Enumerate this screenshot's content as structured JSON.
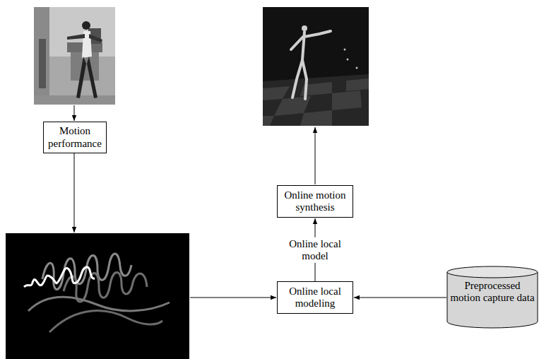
{
  "diagram": {
    "nodes": [
      {
        "text": [
          "Motion performance"
        ]
      },
      {
        "text": [
          "Online motion synthesis"
        ]
      },
      {
        "text": [
          "Online local modeling"
        ]
      },
      {
        "text": [
          "Preprocessed motion capture data"
        ]
      }
    ],
    "edges": [
      {
        "from": 2,
        "to": 1,
        "arrow": "to",
        "label": "Online local model"
      },
      {
        "from": 3,
        "to": 2,
        "arrow": "to"
      }
    ]
  }
}
